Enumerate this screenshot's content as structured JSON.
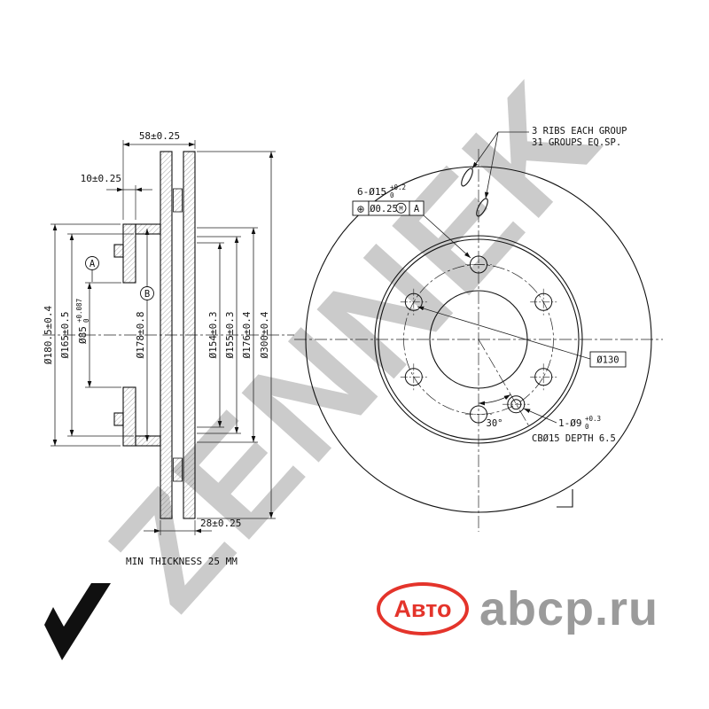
{
  "watermark": "ZENNEK",
  "logo": {
    "badge": "Авто",
    "site": "abcp.ru"
  },
  "section": {
    "width": "58±0.25",
    "flange": "10±0.25",
    "d180": "Ø180.5±0.4",
    "d165": "Ø165±0.5",
    "d85": "Ø85",
    "d85_up": "+0.087",
    "d85_dn": "0",
    "d178": "Ø178±0.8",
    "d154": "Ø154±0.3",
    "d155": "Ø155±0.3",
    "d176": "Ø176±0.4",
    "d300": "Ø300±0.4",
    "thickness": "28±0.25",
    "min_thickness": "MIN THICKNESS 25 MM",
    "datum_a": "A",
    "datum_b": "B"
  },
  "front": {
    "ribs_line1": "3 RIBS EACH GROUP",
    "ribs_line2": "31 GROUPS EQ.SP.",
    "holes": "6-Ø15",
    "holes_up": "+0.2",
    "holes_dn": "0",
    "gdt": {
      "symbol": "⊕",
      "tolerance": "Ø0.25",
      "modifier": "M",
      "datum": "A"
    },
    "bolt_circle": "Ø130",
    "angle": "30°",
    "pin": "1-Ø9",
    "pin_up": "+0.3",
    "pin_dn": "0",
    "counterbore": "CBØ15 DEPTH 6.5"
  }
}
